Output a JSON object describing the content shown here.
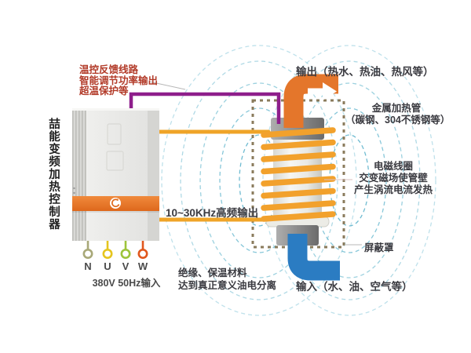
{
  "colors": {
    "field_line": "#5FB4CC",
    "shield_dash": "#8A7B5C",
    "coil": "#F2A12C",
    "hf_lead": "#EFA428",
    "pipe_hot": "#E4762B",
    "pipe_cold": "#2B7CC2",
    "feedback_wire": "#8E1E8B",
    "red_text": "#B23A28"
  },
  "controller": {
    "title": "喆能变频加热控制器",
    "feedback_lines": [
      "温控反馈线路",
      "智能调节功率输出",
      "超温保护等"
    ],
    "freq_output": "10~30KHz高频输出",
    "terminals": [
      {
        "label": "N",
        "color": "#A8A878"
      },
      {
        "label": "U",
        "color": "#E5C51E"
      },
      {
        "label": "V",
        "color": "#9DC43B"
      },
      {
        "label": "W",
        "color": "#E0571D"
      }
    ],
    "power_input": "380V 50Hz输入"
  },
  "heater": {
    "output_label": "输出（热水、热油、热风等）",
    "tube_lines": [
      "金属加热管",
      "（碳钢、304不锈钢等）"
    ],
    "coil_lines": [
      "电磁线圈",
      "交变磁场使管壁",
      "产生涡流电流发热"
    ],
    "shield_label": "屏蔽罩",
    "input_label": "输入（水、油、空气等）",
    "insulation_lines": [
      "绝缘、保温材料",
      "达到真正意义油电分离"
    ]
  }
}
